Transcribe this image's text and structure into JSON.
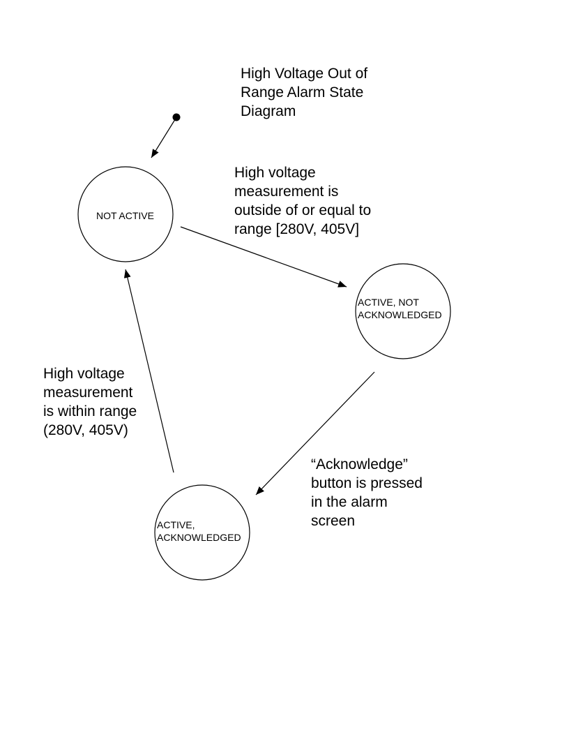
{
  "diagram": {
    "title": "High Voltage Out of\nRange Alarm State\nDiagram",
    "states": {
      "not_active": "NOT ACTIVE",
      "active_not_acknowledged": "ACTIVE, NOT\nACKNOWLEDGED",
      "active_acknowledged": "ACTIVE,\nACKNOWLEDGED"
    },
    "transitions": {
      "not_active_to_active_not_ack": "High voltage\nmeasurement is\noutside of or equal to\nrange [280V, 405V]",
      "active_not_ack_to_active_ack": "“Acknowledge”\nbutton is pressed\nin the alarm\nscreen",
      "active_ack_to_not_active": "High voltage\nmeasurement\nis within range\n(280V, 405V)"
    },
    "colors": {
      "stroke": "#000000",
      "background": "#ffffff"
    }
  }
}
